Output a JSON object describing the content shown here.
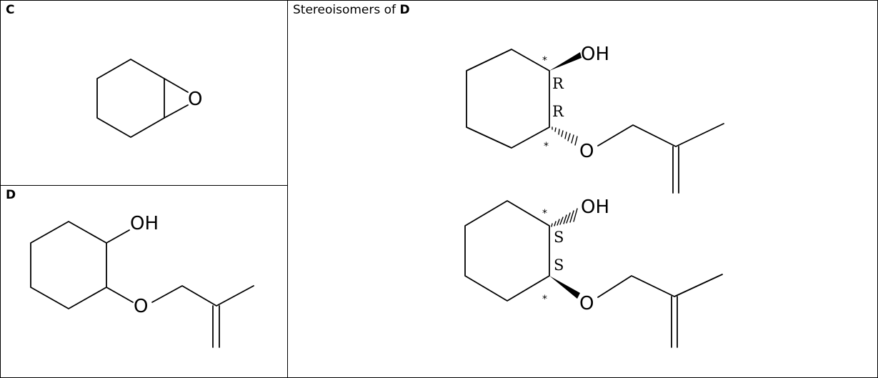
{
  "cells": {
    "c": {
      "label": "C"
    },
    "d": {
      "label": "D"
    },
    "stereo": {
      "heading_text": "Stereoisomers of ",
      "heading_bold": "D"
    }
  },
  "structures": {
    "epoxide": {
      "atom_o": "O"
    },
    "compound_d": {
      "atom_oh": "OH",
      "atom_o": "O"
    },
    "isomer_rr": {
      "atom_oh": "OH",
      "atom_o": "O",
      "cip_top": "R",
      "cip_bottom": "R",
      "star": "*"
    },
    "isomer_ss": {
      "atom_oh": "OH",
      "atom_o": "O",
      "cip_top": "S",
      "cip_bottom": "S",
      "star": "*"
    }
  }
}
